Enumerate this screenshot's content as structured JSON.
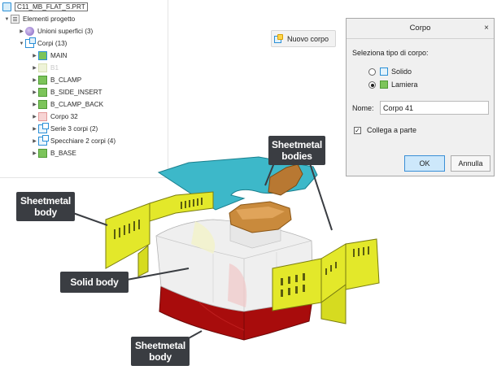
{
  "tree": {
    "part_name": "C11_MB_FLAT_S.PRT",
    "features_label": "Elementi progetto",
    "quilts_label": "Unioni superfici (3)",
    "bodies_label": "Corpi (13)",
    "items": [
      {
        "label": "MAIN"
      },
      {
        "label": "B1"
      },
      {
        "label": "B_CLAMP"
      },
      {
        "label": "B_SIDE_INSERT"
      },
      {
        "label": "B_CLAMP_BACK"
      },
      {
        "label": "Corpo 32"
      },
      {
        "label": "Serie 3 corpi (2)"
      },
      {
        "label": "Specchiare 2 corpi (4)"
      },
      {
        "label": "B_BASE"
      }
    ]
  },
  "toolbar": {
    "new_body_label": "Nuovo corpo"
  },
  "dialog": {
    "title": "Corpo",
    "close_glyph": "×",
    "type_prompt": "Seleziona tipo di corpo:",
    "option_solid": "Solido",
    "option_sheetmetal": "Lamiera",
    "selected_option": "Lamiera",
    "name_label": "Nome:",
    "name_value": "Corpo 41",
    "attach_label": "Collega a parte",
    "attach_checked": true,
    "ok_label": "OK",
    "cancel_label": "Annulla"
  },
  "callouts": {
    "sheetmetal_bodies": "Sheetmetal bodies",
    "sheetmetal_body_left": "Sheetmetal body",
    "solid_body": "Solid body",
    "sheetmetal_body_bottom": "Sheetmetal body"
  },
  "colors": {
    "sheetmetal_cyan": "#3db8c9",
    "sheetmetal_yellow": "#e3e82a",
    "sheetmetal_red": "#a80c0c",
    "sheetmetal_orange": "#c98a3c",
    "callout_bg": "#3a3d42",
    "accent_blue": "#2a8fd6"
  }
}
